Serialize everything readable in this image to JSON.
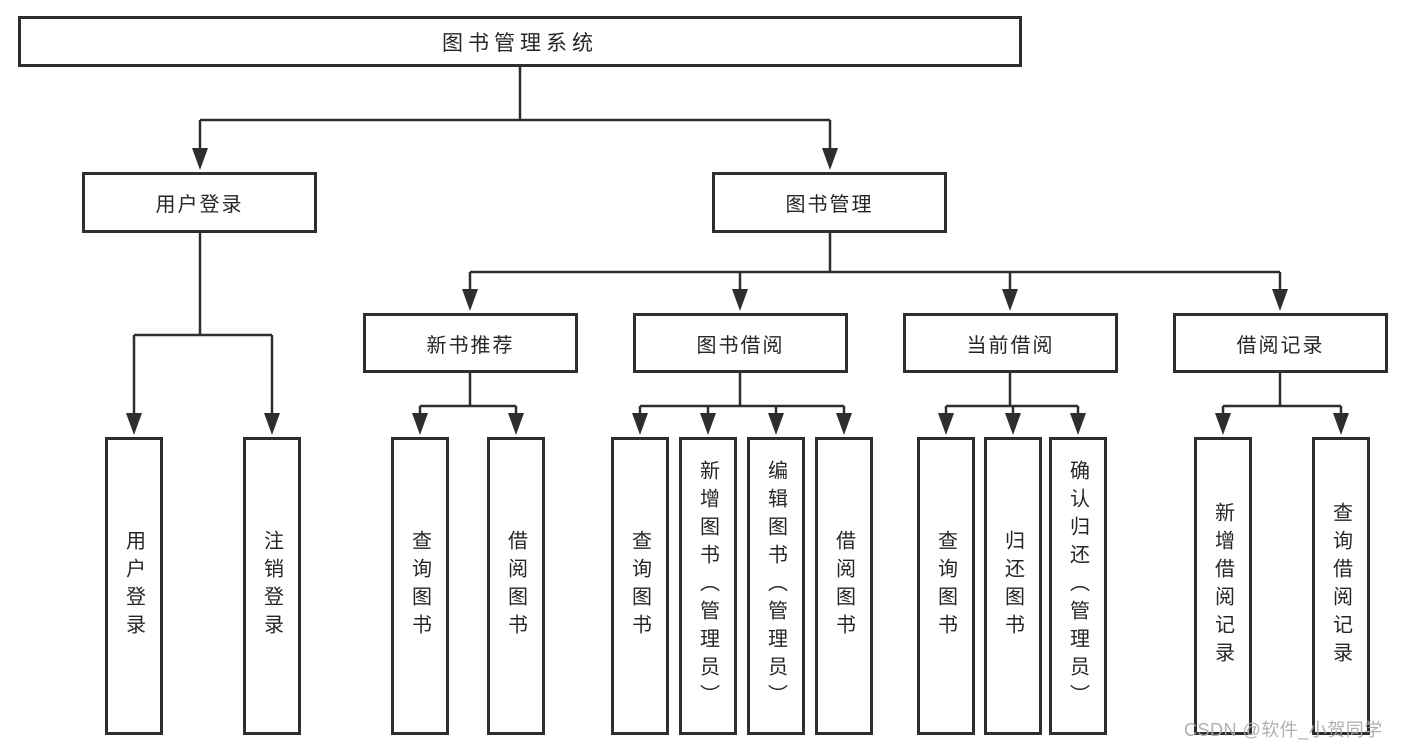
{
  "diagram": {
    "root": {
      "label": "图书管理系统"
    },
    "branches": [
      {
        "label": "用户登录",
        "children": [
          {
            "label": "用户登录"
          },
          {
            "label": "注销登录"
          }
        ]
      },
      {
        "label": "图书管理",
        "children": [
          {
            "label": "新书推荐",
            "children": [
              {
                "label": "查询图书"
              },
              {
                "label": "借阅图书"
              }
            ]
          },
          {
            "label": "图书借阅",
            "children": [
              {
                "label": "查询图书"
              },
              {
                "label": "新增图书（管理员）"
              },
              {
                "label": "编辑图书（管理员）"
              },
              {
                "label": "借阅图书"
              }
            ]
          },
          {
            "label": "当前借阅",
            "children": [
              {
                "label": "查询图书"
              },
              {
                "label": "归还图书"
              },
              {
                "label": "确认归还（管理员）"
              }
            ]
          },
          {
            "label": "借阅记录",
            "children": [
              {
                "label": "新增借阅记录"
              },
              {
                "label": "查询借阅记录"
              }
            ]
          }
        ]
      }
    ]
  },
  "watermark": {
    "text": "CSDN @软件_小贺同学"
  },
  "colors": {
    "line": "#2e2e2e",
    "box_border": "#2e2e2e",
    "box_background": "#ffffff",
    "text": "#262626",
    "watermark": "#acacac",
    "page_background": "#ffffff"
  }
}
